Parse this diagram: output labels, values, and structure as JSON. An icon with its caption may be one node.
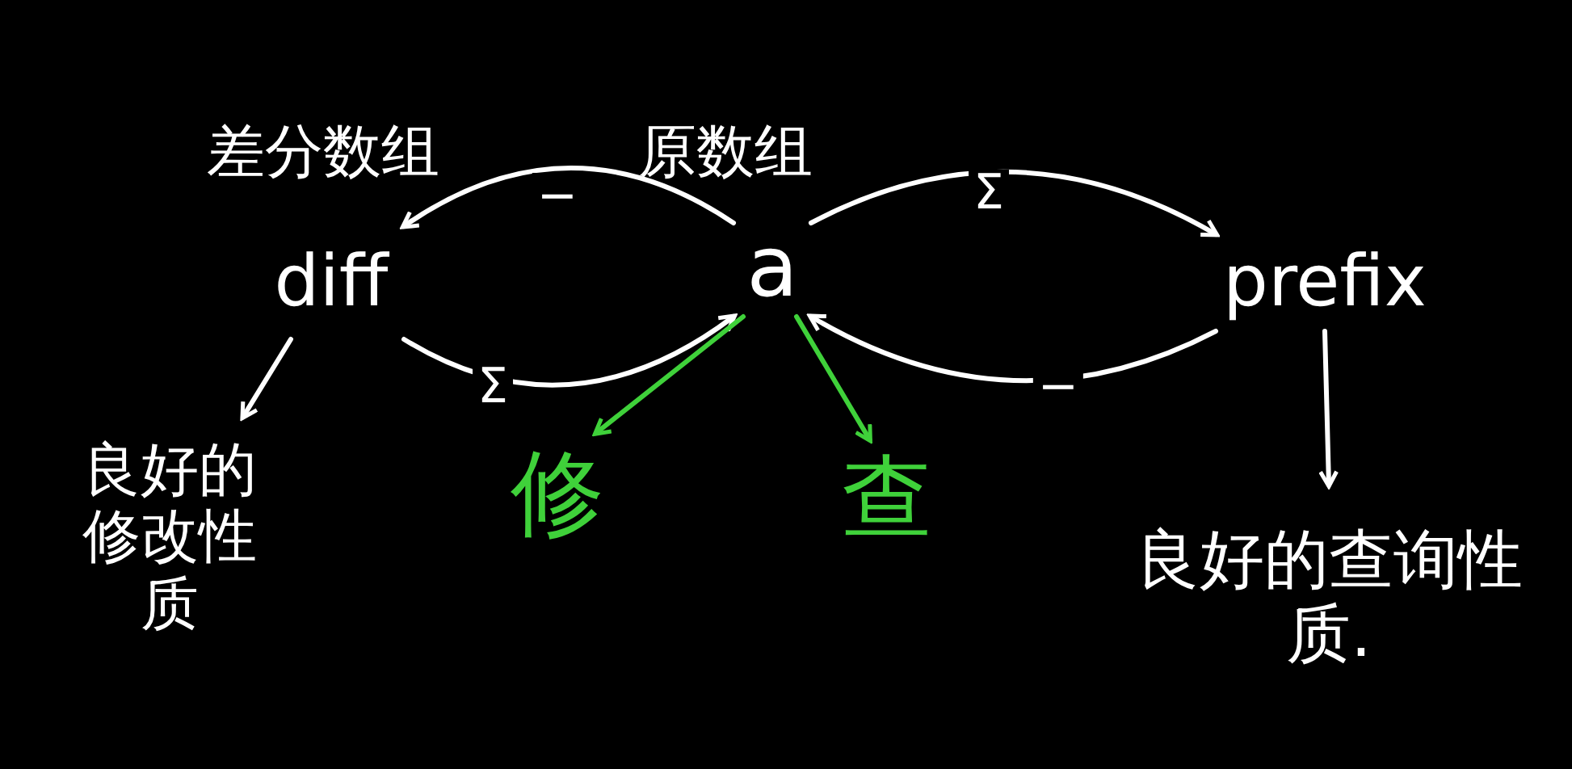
{
  "diagram": {
    "nodes": [
      {
        "text": [
          "diff"
        ],
        "beside": [
          "差分数组"
        ]
      },
      {
        "text": [
          "a"
        ],
        "beside": [
          "原数组"
        ]
      },
      {
        "text": [
          "prefix"
        ]
      },
      {
        "text": [
          "良好的修改性质"
        ]
      },
      {
        "text": [
          "修"
        ]
      },
      {
        "text": [
          "查"
        ]
      },
      {
        "text": [
          "良好的查询性质."
        ]
      }
    ],
    "edges": [
      {
        "from": 1,
        "to": 0,
        "arrow": "to",
        "label": "−"
      },
      {
        "from": 0,
        "to": 1,
        "arrow": "to",
        "label": "Σ"
      },
      {
        "from": 1,
        "to": 2,
        "arrow": "to",
        "label": "Σ"
      },
      {
        "from": 2,
        "to": 1,
        "arrow": "to",
        "label": "−"
      },
      {
        "from": 0,
        "to": 3,
        "arrow": "to"
      },
      {
        "from": 1,
        "to": 4,
        "arrow": "to",
        "color": "#3fd13a"
      },
      {
        "from": 1,
        "to": 5,
        "arrow": "to",
        "color": "#3fd13a"
      },
      {
        "from": 2,
        "to": 6,
        "arrow": "to"
      }
    ]
  }
}
